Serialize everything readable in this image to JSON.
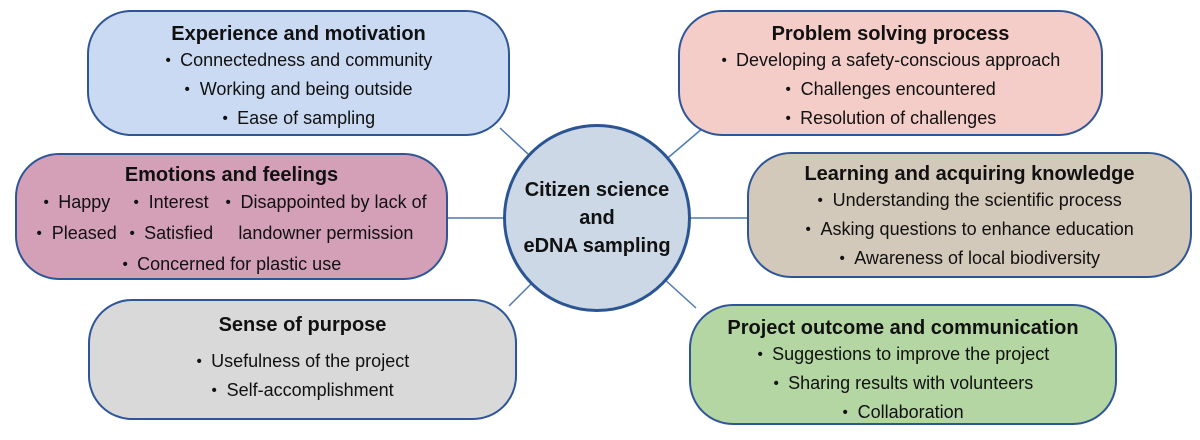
{
  "glyphs": {
    "bullet": "•"
  },
  "colors": {
    "box_border": "#2e5597",
    "connector": "#4e79b2",
    "experience_fill": "#c9daf2",
    "emotions_fill": "#d3a0b8",
    "purpose_fill": "#d9d9d9",
    "problem_fill": "#f4cdc9",
    "learning_fill": "#d3c9ba",
    "outcome_fill": "#b4d6a2",
    "center_fill": "#cdd8e6"
  },
  "center": {
    "line1": "Citizen science",
    "line2": "and",
    "line3": "eDNA sampling"
  },
  "boxes": {
    "experience": {
      "title": "Experience and motivation",
      "items": [
        "Connectedness and community",
        "Working and being outside",
        "Ease of sampling"
      ]
    },
    "emotions": {
      "title": "Emotions and feelings",
      "row1": [
        "Happy",
        "Interest",
        "Disappointed by lack of"
      ],
      "row2": [
        "Pleased",
        "Satisfied"
      ],
      "row2_continuation": "landowner permission",
      "row3": "Concerned for plastic use"
    },
    "purpose": {
      "title": "Sense of purpose",
      "items": [
        "Usefulness of the project",
        "Self-accomplishment"
      ]
    },
    "problem": {
      "title": "Problem solving process",
      "items": [
        "Developing a safety-conscious approach",
        "Challenges encountered",
        "Resolution of challenges"
      ]
    },
    "learning": {
      "title": "Learning and acquiring knowledge",
      "items": [
        "Understanding the scientific process",
        "Asking questions to enhance education",
        "Awareness of local biodiversity"
      ]
    },
    "outcome": {
      "title": "Project outcome and communication",
      "items": [
        "Suggestions to improve the project",
        "Sharing results with volunteers",
        "Collaboration"
      ]
    }
  }
}
